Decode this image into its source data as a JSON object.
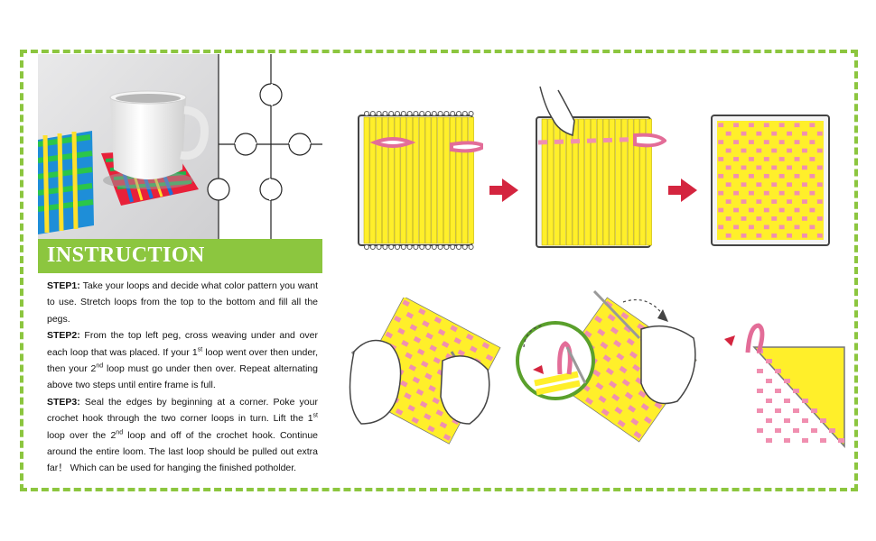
{
  "title": "INSTRUCTION",
  "steps": [
    {
      "label": "STEP1:",
      "text": " Take your loops and decide what color pattern you want to use. Stretch loops from the top to the bottom and fill all the pegs."
    },
    {
      "label": "STEP2:",
      "text_a": " From the top left peg, cross weaving under and over each loop that was placed. If your 1",
      "sup_a": "st",
      "text_b": " loop went over then under, then your 2",
      "sup_b": "nd",
      "text_c": " loop must go under then over. Repeat alternating above two steps until entire frame is full."
    },
    {
      "label": "STEP3:",
      "text_a": " Seal the edges by beginning at a corner. Poke your crochet hook through the two corner loops in turn. Lift the 1",
      "sup_a": "st",
      "text_b": " loop over the 2",
      "sup_b": "nd",
      "text_c": " loop and off of the crochet hook. Continue around the entire loom. The last loop should be pulled out extra far！ Which can be used for hanging the finished potholder."
    }
  ],
  "colors": {
    "accent_green": "#8cc63f",
    "yarn_yellow": "#ffef2a",
    "yarn_pink": "#f08fb0",
    "arrow_red": "#d4253f"
  }
}
